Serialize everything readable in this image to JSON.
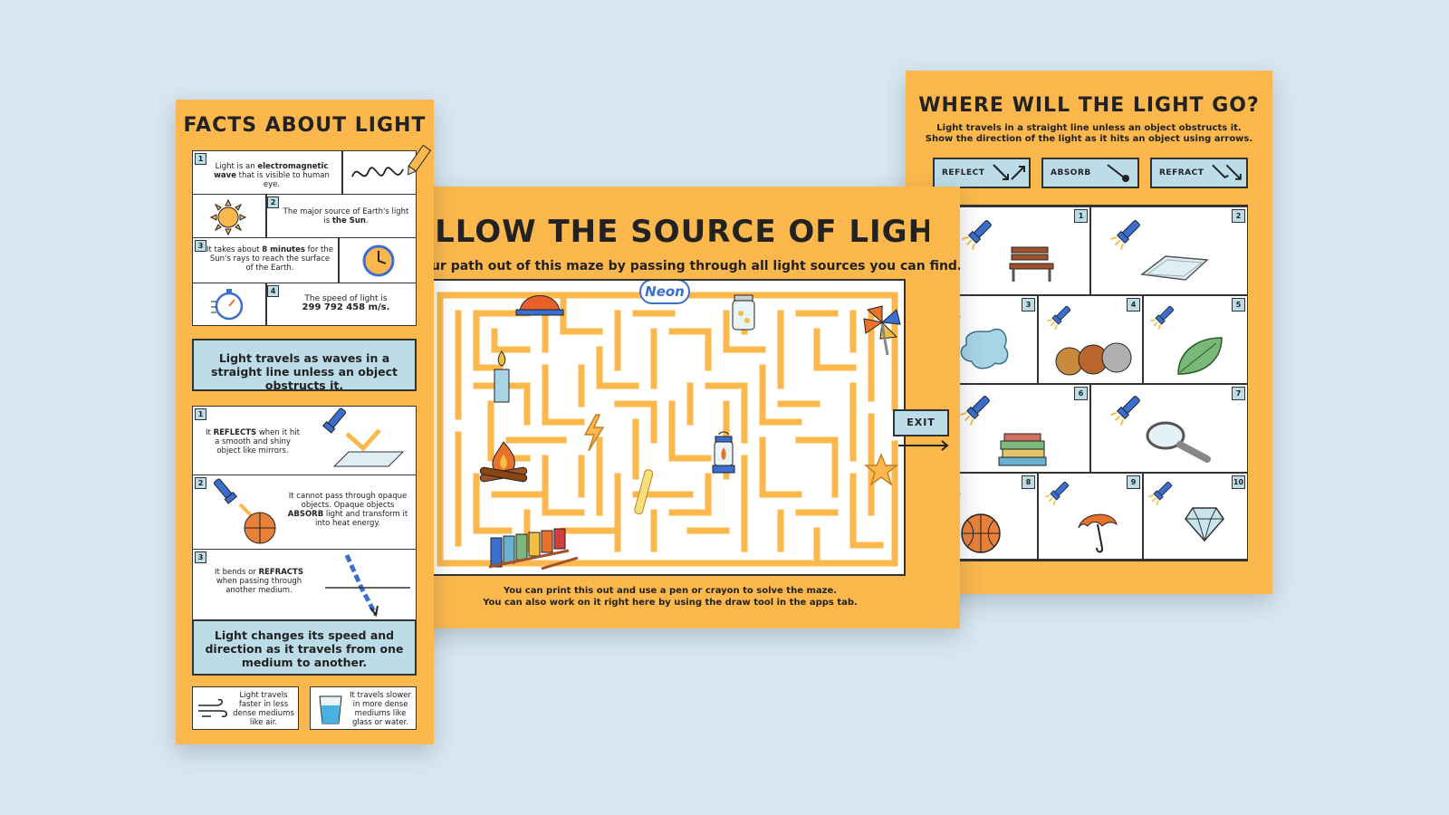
{
  "right_sheet": {
    "title": "WHERE WILL THE LIGHT GO?",
    "subtitle_1": "Light travels in a straight line unless an object obstructs it.",
    "subtitle_2": "Show the direction of the light as it hits an object using arrows.",
    "legend": [
      {
        "label": "REFLECT",
        "icon": "reflect-arrow-icon"
      },
      {
        "label": "ABSORB",
        "icon": "absorb-arrow-icon"
      },
      {
        "label": "REFRACT",
        "icon": "refract-arrow-icon"
      }
    ],
    "cells": [
      {
        "num": "1",
        "object": "bench"
      },
      {
        "num": "2",
        "object": "mirror"
      },
      {
        "num": "3",
        "object": "water-puddle"
      },
      {
        "num": "4",
        "object": "coins"
      },
      {
        "num": "5",
        "object": "leaf"
      },
      {
        "num": "6",
        "object": "books"
      },
      {
        "num": "7",
        "object": "magnifying-glass"
      },
      {
        "num": "8",
        "object": "basketball"
      },
      {
        "num": "9",
        "object": "umbrella"
      },
      {
        "num": "10",
        "object": "diamond"
      }
    ]
  },
  "middle_sheet": {
    "title": "FOLLOW THE SOURCE OF LIGHT",
    "subtitle": "Find your path out of this maze by passing through all light sources you can find.",
    "neon_label": "Neon",
    "exit_label": "EXIT",
    "footer_1": "You can print this out and use a pen or crayon to solve the maze.",
    "footer_2": "You can also work on it right here by using the draw tool in the apps tab."
  },
  "left_sheet": {
    "title": "FACTS ABOUT LIGHT",
    "facts": [
      {
        "num": "1",
        "pre": "Light is an ",
        "bold": "electromagnetic wave",
        "post": " that is visible to human eye."
      },
      {
        "num": "2",
        "pre": "The major source of Earth's light is ",
        "bold": "the Sun",
        "post": "."
      },
      {
        "num": "3",
        "pre": "It takes about ",
        "bold": "8 minutes",
        "post": " for the Sun's rays to reach the surface of the Earth."
      },
      {
        "num": "4",
        "pre": "The speed of light is",
        "bold": "299 792 458 m/s.",
        "post": ""
      }
    ],
    "banner_1": "Light travels as waves in a straight line unless an object obstructs it.",
    "properties": [
      {
        "num": "1",
        "pre": "It ",
        "bold": "REFLECTS",
        "post": " when it hit a smooth and shiny object like mirrors."
      },
      {
        "num": "2",
        "pre": "It cannot pass through opaque objects. Opaque objects ",
        "bold": "ABSORB",
        "post": " light and transform it into heat energy."
      },
      {
        "num": "3",
        "pre": "It bends or ",
        "bold": "REFRACTS",
        "post": " when passing through another medium."
      }
    ],
    "banner_2": "Light changes its speed and direction as it travels from one medium to another.",
    "mini_1": "Light travels faster in less dense mediums like air.",
    "mini_2": "It travels slower in more dense mediums like glass or water."
  },
  "colors": {
    "background": "#d8e8f0",
    "sheet": "#fcb84c",
    "accent_blue": "#bcdde8",
    "flashlight": "#3a6fd0"
  }
}
